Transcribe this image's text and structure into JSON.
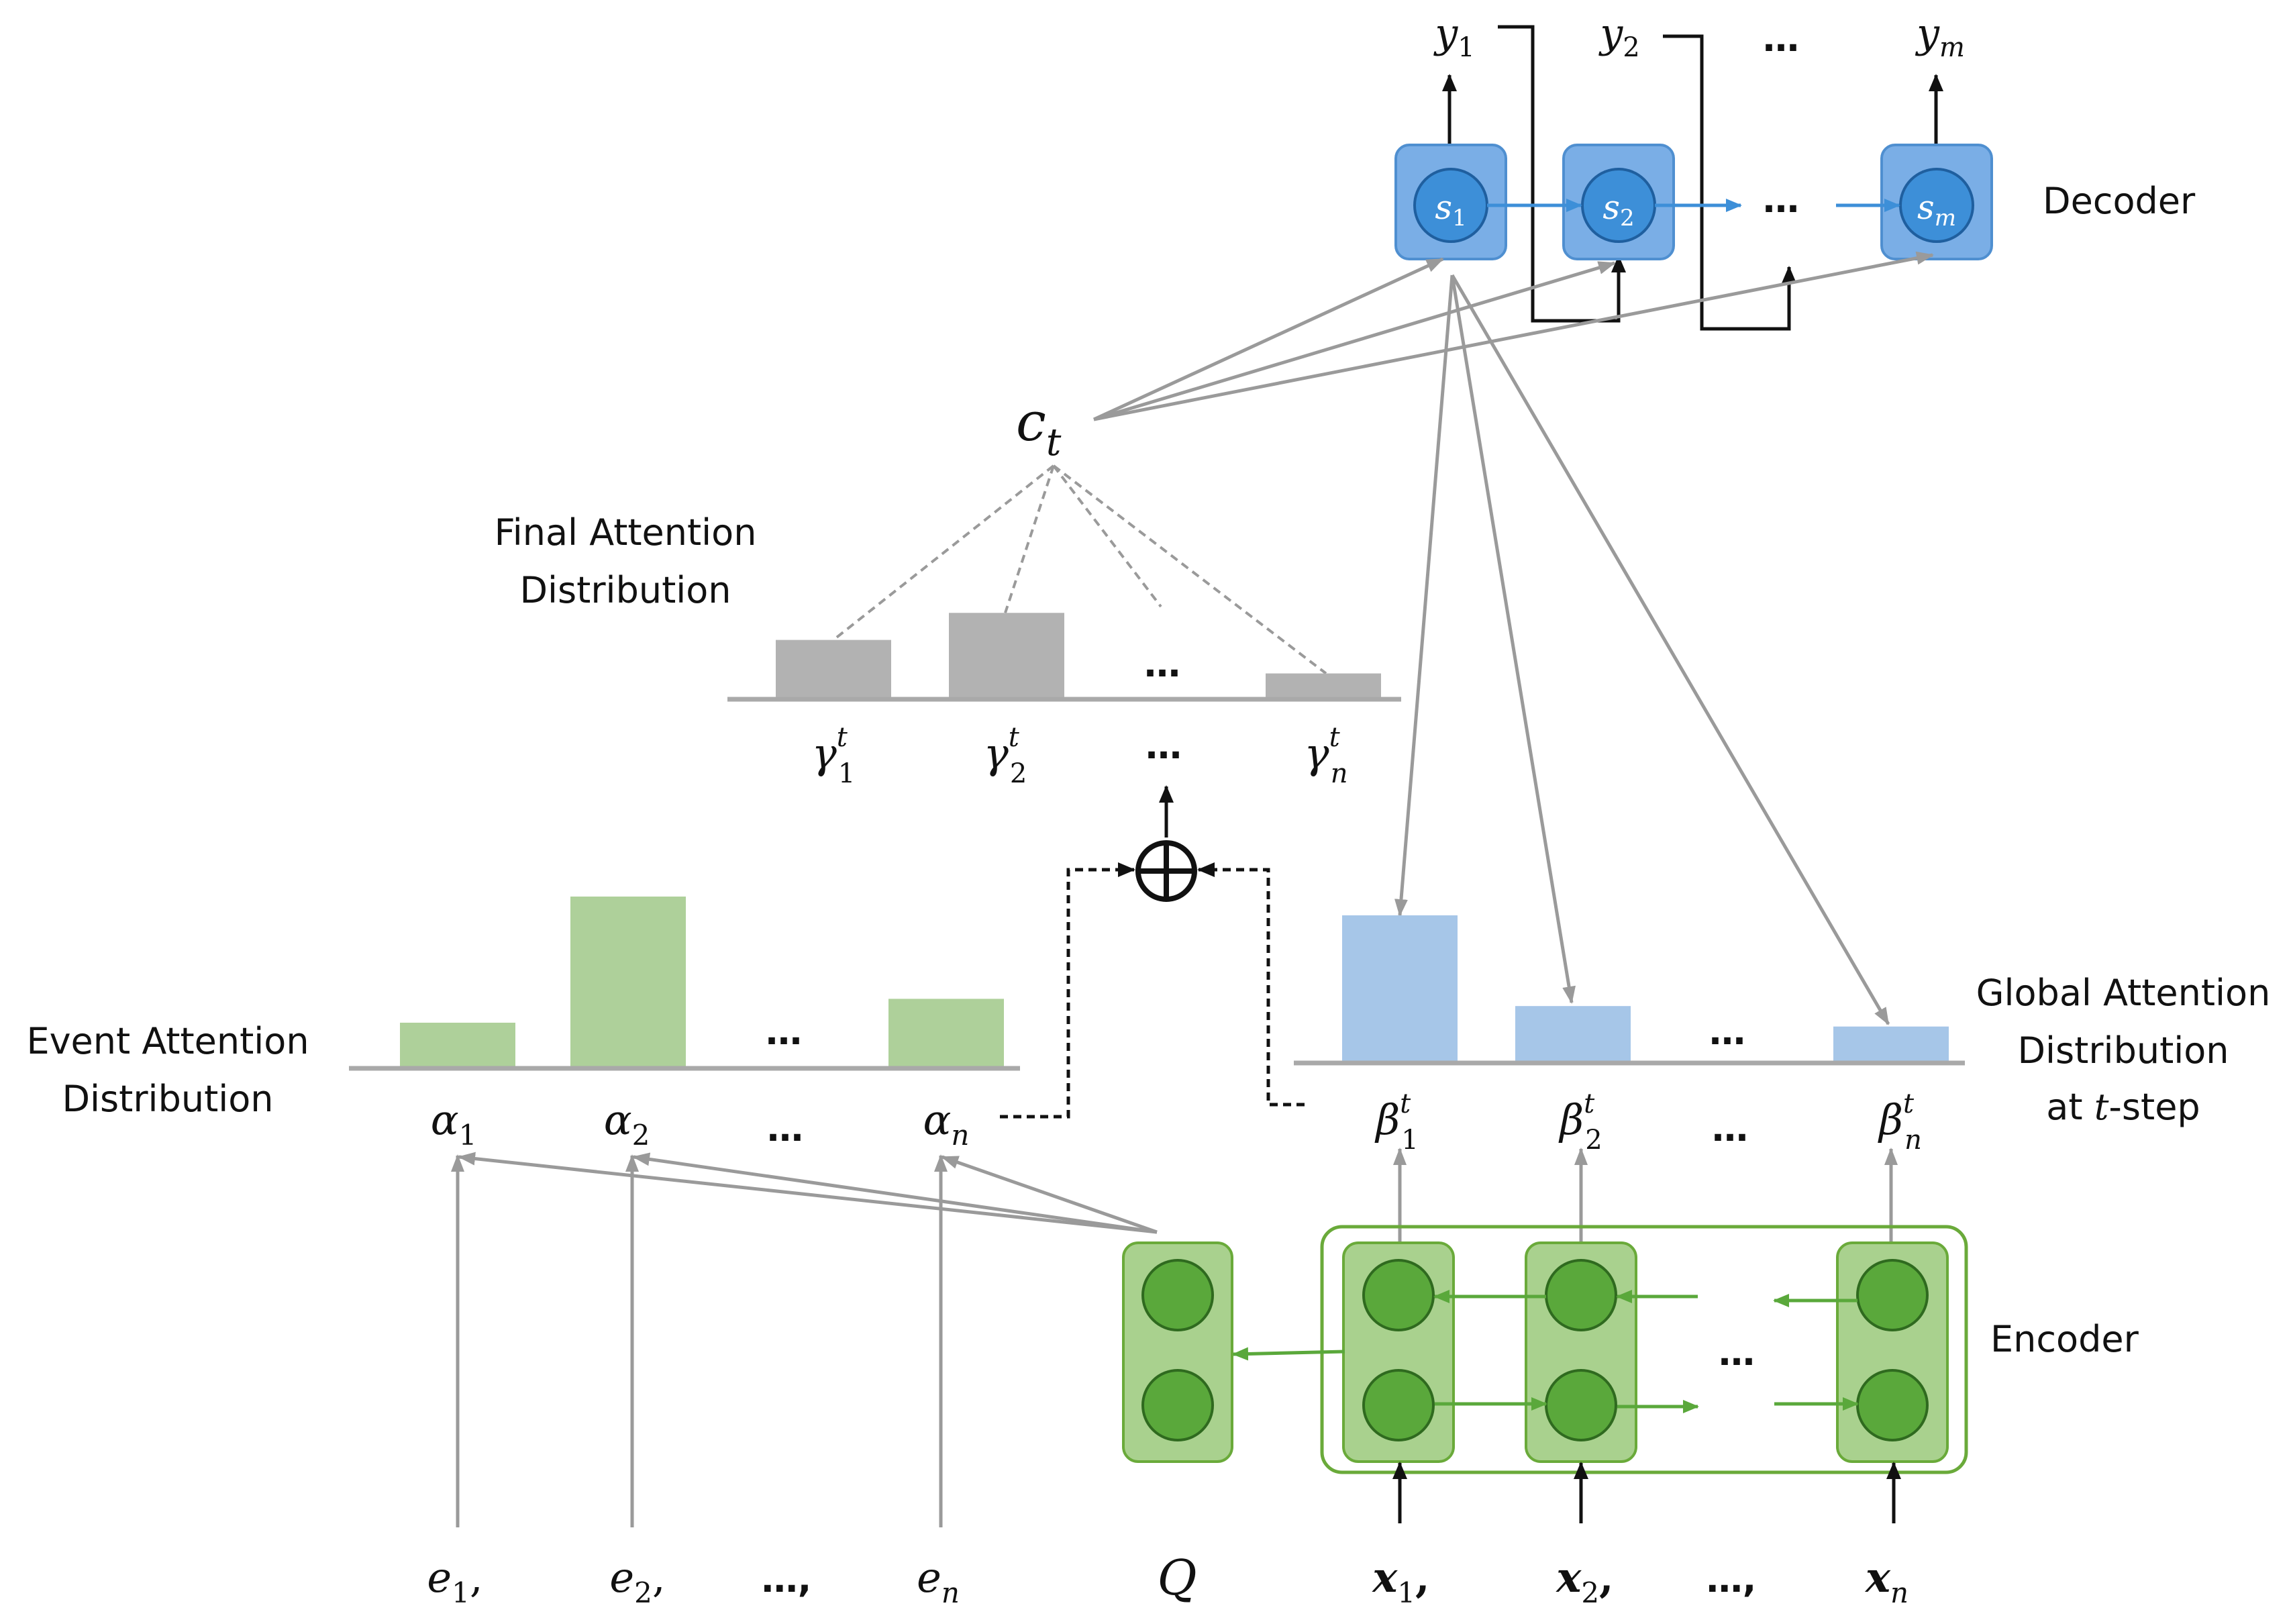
{
  "labels": {
    "decoder": "Decoder",
    "encoder": "Encoder",
    "final_attention": [
      "Final Attention",
      "Distribution"
    ],
    "event_attention": [
      "Event Attention",
      "Distribution"
    ],
    "global_attention": [
      "Global Attention",
      "Distribution",
      "at ",
      "t",
      "-step"
    ]
  },
  "decoder": {
    "outputs": [
      {
        "base": "y",
        "sub": "1"
      },
      {
        "base": "y",
        "sub": "2"
      },
      {
        "base": "y",
        "sub": "m"
      }
    ],
    "states": [
      {
        "base": "s",
        "sub": "1"
      },
      {
        "base": "s",
        "sub": "2"
      },
      {
        "base": "s",
        "sub": "m"
      }
    ],
    "ellipsis": "…"
  },
  "context": {
    "base": "c",
    "sub": "t"
  },
  "final_attention": {
    "values": [
      0.45,
      0.66,
      0.19
    ],
    "labels": [
      {
        "base": "γ",
        "sub": "1",
        "sup": "t"
      },
      {
        "base": "γ",
        "sub": "2",
        "sup": "t"
      },
      {
        "base": "γ",
        "sub": "n",
        "sup": "t"
      }
    ],
    "ellipsis": "…",
    "color": "#b2b2b2"
  },
  "event_attention": {
    "values": [
      0.26,
      1.0,
      0.4
    ],
    "labels": [
      {
        "base": "α",
        "sub": "1"
      },
      {
        "base": "α",
        "sub": "2"
      },
      {
        "base": "α",
        "sub": "n"
      }
    ],
    "ellipsis": "…",
    "color": "#aed09a"
  },
  "global_attention": {
    "values": [
      1.0,
      0.38,
      0.24
    ],
    "labels": [
      {
        "base": "β",
        "sub": "1",
        "sup": "t"
      },
      {
        "base": "β",
        "sub": "2",
        "sup": "t"
      },
      {
        "base": "β",
        "sub": "n",
        "sup": "t"
      }
    ],
    "ellipsis": "…",
    "color": "#a6c6e8"
  },
  "inputs": {
    "events": [
      {
        "base": "e",
        "sub": "1",
        "tail": ","
      },
      {
        "base": "e",
        "sub": "2",
        "tail": ","
      },
      {
        "base": "e",
        "sub": "n",
        "tail": ""
      }
    ],
    "events_ellipsis": "…,",
    "query": "Q",
    "words": [
      {
        "base": "x",
        "sub": "1",
        "tail": ","
      },
      {
        "base": "x",
        "sub": "2",
        "tail": ","
      },
      {
        "base": "x",
        "sub": "n",
        "tail": ""
      }
    ],
    "words_ellipsis": "…,"
  },
  "encoder": {
    "ellipsis": "…"
  },
  "colors": {
    "encoder_fill": "#a9d18e",
    "encoder_border": "#6aaa3a",
    "encoder_node": "#5aa83b",
    "decoder_fill": "#7aaee6",
    "decoder_node": "#3d8fd8",
    "arrow_gray": "#9a9a9a"
  }
}
